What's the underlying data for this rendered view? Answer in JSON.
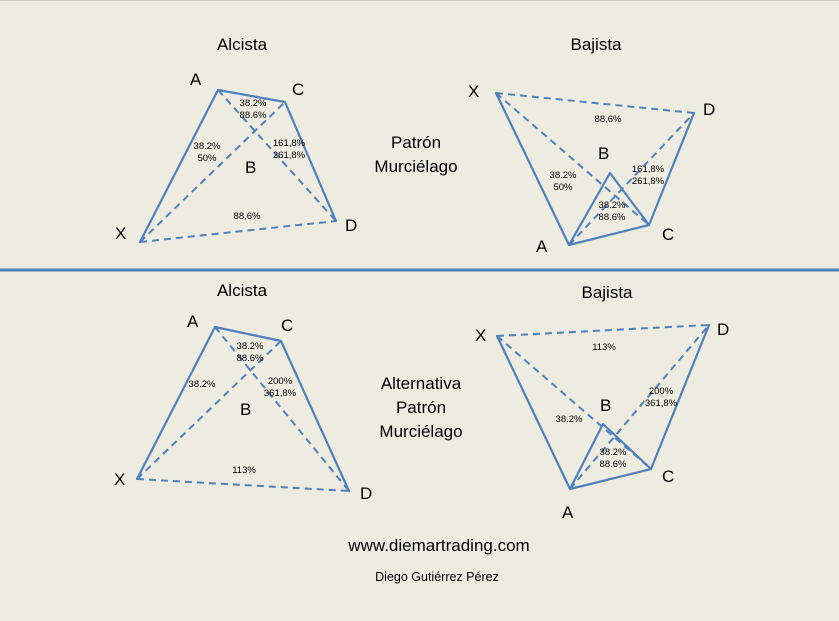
{
  "colors": {
    "line": "#4f81bd",
    "background": "#eeece1",
    "text": "#000000"
  },
  "top": {
    "bullish_title": "Alcista",
    "bearish_title": "Bajista",
    "center_title_line1": "Patrón",
    "center_title_line2": "Murciélago",
    "bullish": {
      "points": {
        "A": "A",
        "B": "B",
        "C": "C",
        "D": "D",
        "X": "X"
      },
      "ratio_ab_1": "38.2%",
      "ratio_ab_2": "50%",
      "ratio_bc_1": "38.2%",
      "ratio_bc_2": "88.6%",
      "ratio_cd_1": "161,8%",
      "ratio_cd_2": "261,8%",
      "ratio_xd": "88,6%"
    },
    "bearish": {
      "points": {
        "A": "A",
        "B": "B",
        "C": "C",
        "D": "D",
        "X": "X"
      },
      "ratio_ab_1": "38.2%",
      "ratio_ab_2": "50%",
      "ratio_bc_1": "38.2%",
      "ratio_bc_2": "88.6%",
      "ratio_cd_1": "161,8%",
      "ratio_cd_2": "261,8%",
      "ratio_xd": "88,6%"
    }
  },
  "bottom": {
    "bullish_title": "Alcista",
    "bearish_title": "Bajista",
    "center_title_line1": "Alternativa",
    "center_title_line2": "Patrón",
    "center_title_line3": "Murciélago",
    "bullish": {
      "points": {
        "A": "A",
        "B": "B",
        "C": "C",
        "D": "D",
        "X": "X"
      },
      "ratio_ab": "38.2%",
      "ratio_bc_1": "38.2%",
      "ratio_bc_2": "88.6%",
      "ratio_cd_1": "200%",
      "ratio_cd_2": "361,8%",
      "ratio_xd": "113%"
    },
    "bearish": {
      "points": {
        "A": "A",
        "B": "B",
        "C": "C",
        "D": "D",
        "X": "X"
      },
      "ratio_ab": "38.2%",
      "ratio_bc_1": "38.2%",
      "ratio_bc_2": "88.6%",
      "ratio_cd_1": "200%",
      "ratio_cd_2": "361,8%",
      "ratio_xd": "113%"
    }
  },
  "footer": {
    "website": "www.diemartrading.com",
    "author": "Diego Gutiérrez Pérez"
  }
}
